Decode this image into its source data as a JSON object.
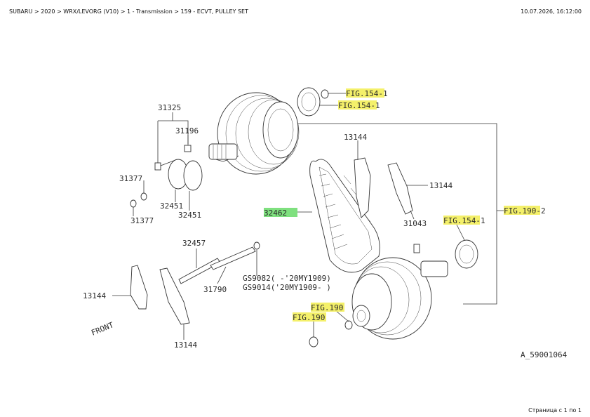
{
  "header": {
    "breadcrumb": "SUBARU > 2020 > WRX/LEVORG (V10) > 1 - Transmission > 159 - ECVT, PULLEY SET",
    "timestamp": "10.07.2026, 16:12:00"
  },
  "footer": {
    "page_label": "Страница с 1 по 1"
  },
  "diagram": {
    "id": "A_59001064",
    "front_label": "FRONT",
    "highlight_yellow": "#f4f06a",
    "highlight_green": "#7fe07f",
    "labels": {
      "fig154_1a": "FIG.154-1",
      "fig154_1b": "FIG.154-1",
      "fig154_1c": "FIG.154-1",
      "fig190_2": "FIG.190-2",
      "fig190_a": "FIG.190",
      "fig190_b": "FIG.190",
      "p31325": "31325",
      "p31196": "31196",
      "p31377a": "31377",
      "p31377b": "31377",
      "p32451a": "32451",
      "p32451b": "32451",
      "p13144a": "13144",
      "p13144b": "13144",
      "p13144c": "13144",
      "p13144d": "13144",
      "p32462": "32462",
      "p31043": "31043",
      "p32457": "32457",
      "p31790": "31790",
      "gs1": "GS9082( -'20MY1909)",
      "gs2": "GS9014('20MY1909- )"
    }
  }
}
